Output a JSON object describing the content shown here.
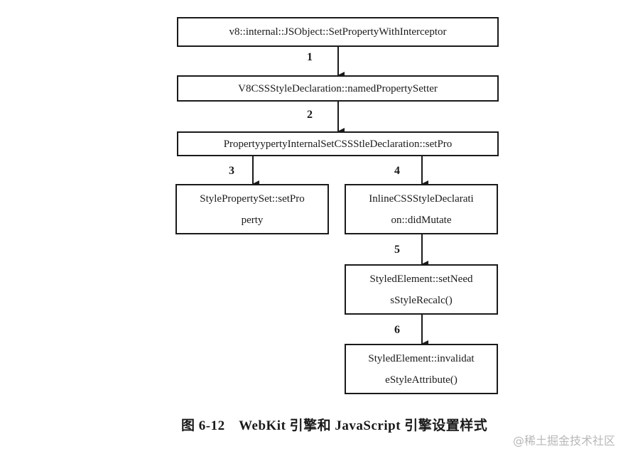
{
  "nodes": {
    "n1": {
      "lines": [
        "v8::internal::JSObject::SetPropertyWithInterceptor"
      ]
    },
    "n2": {
      "lines": [
        "V8CSSStyleDeclaration::namedPropertySetter"
      ]
    },
    "n3": {
      "lines": [
        "PropertyypertyInternalSetCSSStleDeclaration::setPro"
      ]
    },
    "n4": {
      "lines": [
        "StylePropertySet::setPro",
        "perty"
      ]
    },
    "n5": {
      "lines": [
        "InlineCSSStyleDeclarati",
        "on::didMutate"
      ]
    },
    "n6": {
      "lines": [
        "StyledElement::setNeed",
        "sStyleRecalc()"
      ]
    },
    "n7": {
      "lines": [
        "StyledElement::invalidat",
        "eStyleAttribute()"
      ]
    }
  },
  "edges": {
    "e1": {
      "label": "1"
    },
    "e2": {
      "label": "2"
    },
    "e3": {
      "label": "3"
    },
    "e4": {
      "label": "4"
    },
    "e5": {
      "label": "5"
    },
    "e6": {
      "label": "6"
    }
  },
  "caption": "图 6-12　WebKit 引擎和 JavaScript 引擎设置样式",
  "watermark": "@稀土掘金技术社区"
}
